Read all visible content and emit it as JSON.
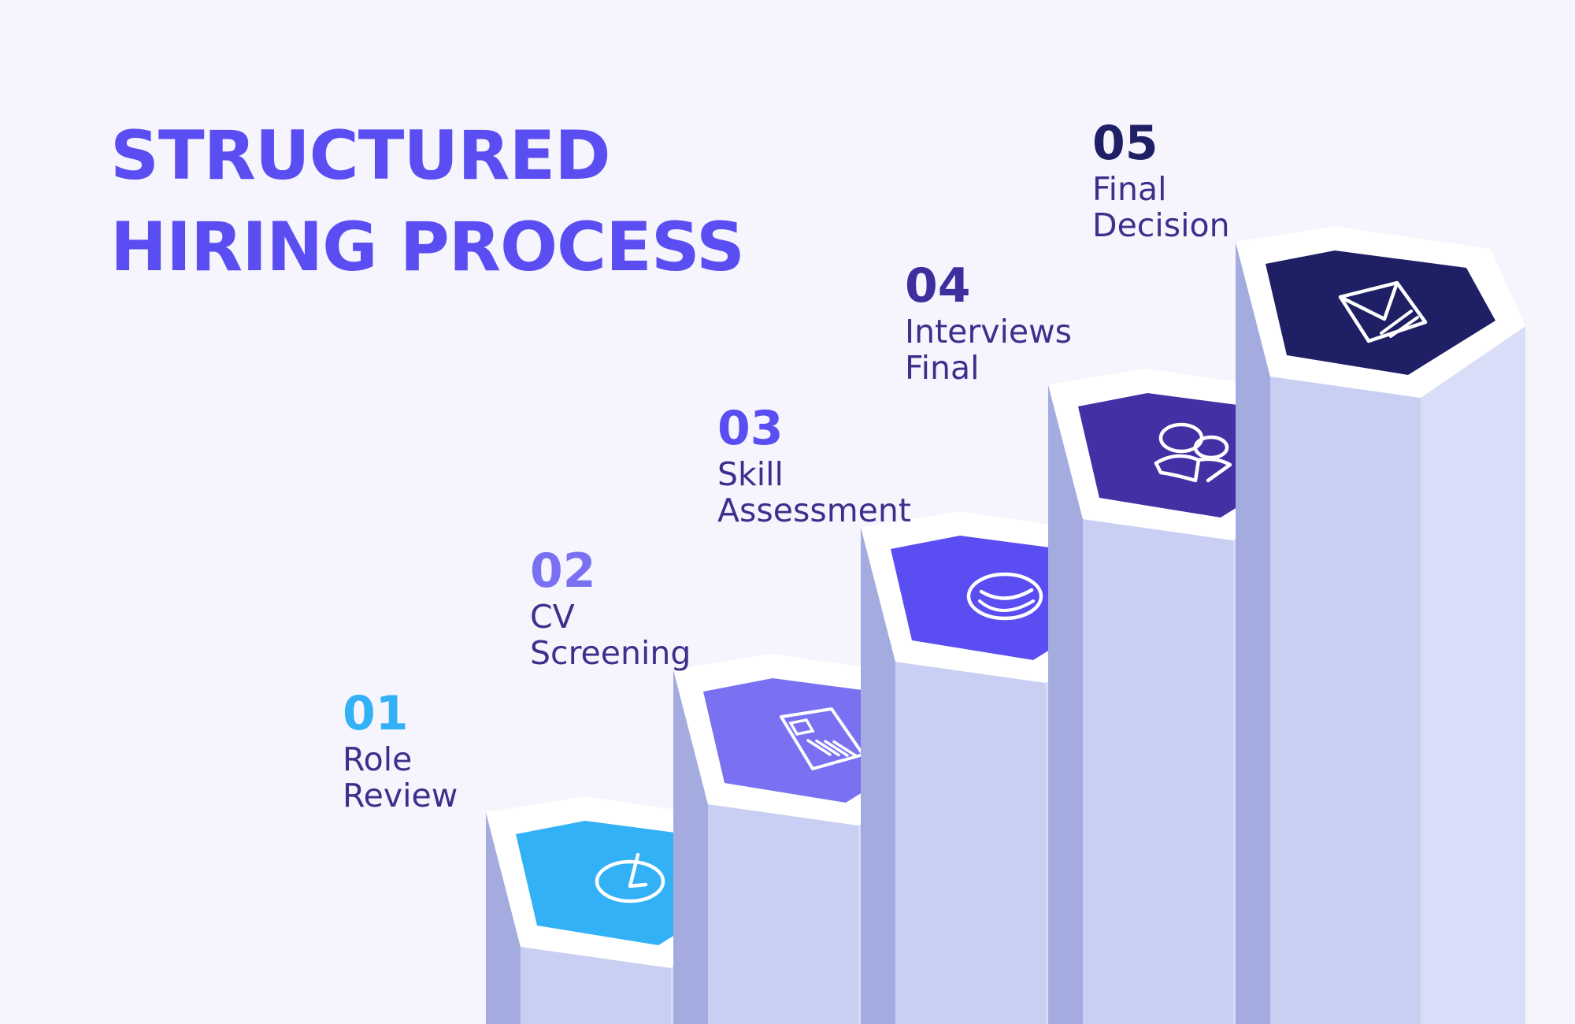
{
  "title": {
    "line1": "STRUCTURED",
    "line2": "HIRING PROCESS"
  },
  "colors": {
    "background": "#f6f4fc",
    "title": "#5a4df2",
    "label_text": "#3d2f8c",
    "pillar_face": "#c9cff2",
    "pillar_face_light": "#d9ddf8",
    "pillar_side": "#a4acdf",
    "hex_rim": "#ffffff"
  },
  "steps": [
    {
      "number": "01",
      "line1": "Role",
      "line2": "Review",
      "icon": "clock-icon",
      "color": "#33b1f7",
      "number_color": "#33b1f7"
    },
    {
      "number": "02",
      "line1": "CV",
      "line2": "Screening",
      "icon": "document-icon",
      "color": "#7a71f2",
      "number_color": "#7a71f2"
    },
    {
      "number": "03",
      "line1": "Skill",
      "line2": "Assessment",
      "icon": "chart-icon",
      "color": "#5a4df2",
      "number_color": "#5a4df2"
    },
    {
      "number": "04",
      "line1": "Interviews",
      "line2": "Final",
      "icon": "users-icon",
      "color": "#4330a5",
      "number_color": "#3d2f9e"
    },
    {
      "number": "05",
      "line1": "Final",
      "line2": "Decision",
      "icon": "envelope-icon",
      "color": "#1f1f66",
      "number_color": "#1f1f66"
    }
  ]
}
